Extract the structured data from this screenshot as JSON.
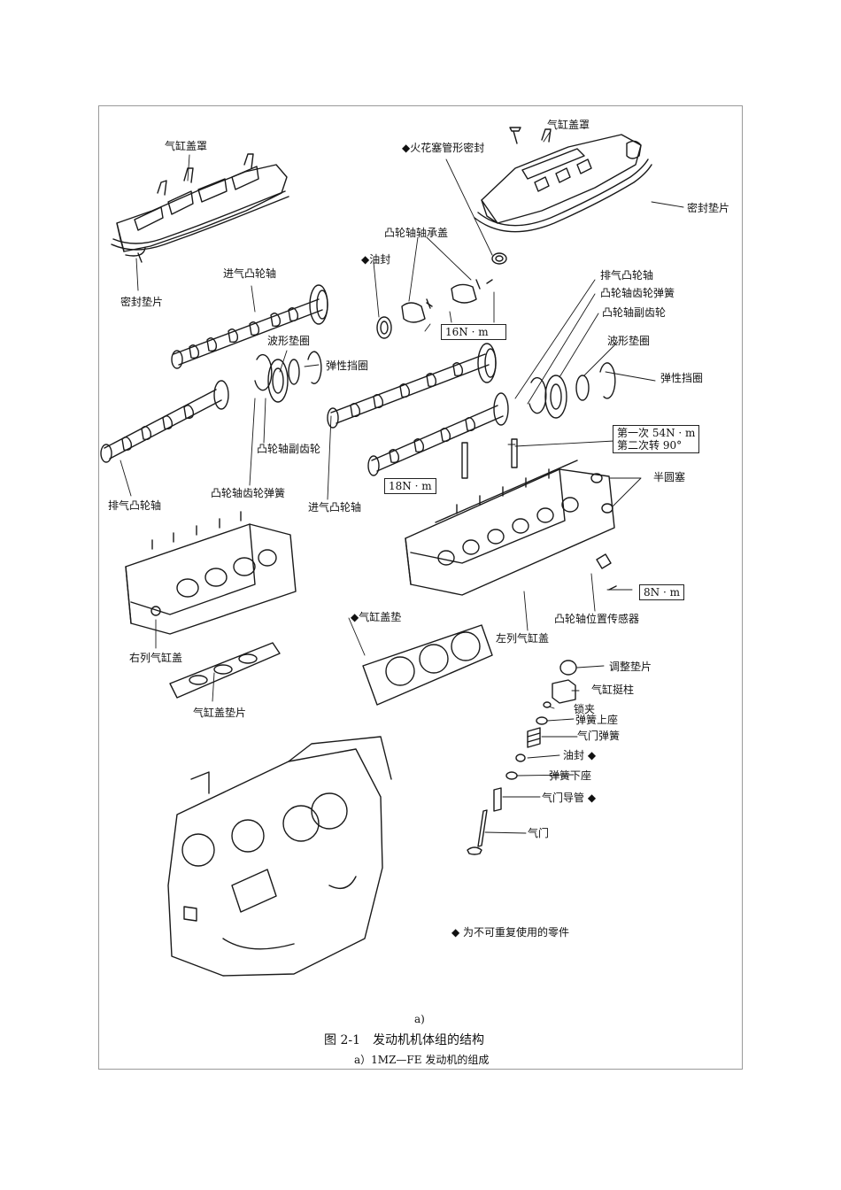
{
  "labels": {
    "cover_left": "气缸盖罩",
    "gasket_left": "密封垫片",
    "intake_cam_left": "进气凸轮轴",
    "wave_washer_left": "波形垫圈",
    "snap_ring_left": "弹性挡圈",
    "exhaust_cam_left": "排气凸轮轴",
    "sub_gear_left": "凸轮轴副齿轮",
    "gear_spring_left": "凸轮轴齿轮弹簧",
    "intake_cam_mid": "进气凸轮轴",
    "spark_seal": "◆火花塞管形密封",
    "cover_right": "气缸盖罩",
    "gasket_right": "密封垫片",
    "bearing_cap": "凸轮轴轴承盖",
    "oil_seal": "◆油封",
    "exhaust_cam_right": "排气凸轮轴",
    "gear_spring_right": "凸轮轴齿轮弹簧",
    "sub_gear_right": "凸轮轴副齿轮",
    "wave_washer_right": "波形垫圈",
    "snap_ring_right": "弹性挡圈",
    "half_plug": "半圆塞",
    "cam_sensor": "凸轮轴位置传感器",
    "left_head": "左列气缸盖",
    "right_head": "右列气缸盖",
    "head_gasket_marked": "◆气缸盖垫",
    "head_gasket_bottom": "气缸盖垫片",
    "shim": "调整垫片",
    "lifter": "气缸挺柱",
    "keeper": "锁夹",
    "spring_retainer": "弹簧上座",
    "valve_spring": "气门弹簧",
    "valve_oil_seal": "油封 ◆",
    "spring_seat": "弹簧下座",
    "valve_guide": "气门导管 ◆",
    "valve": "气门"
  },
  "torques": {
    "cap_bolt": "16N · m",
    "head_bolt_step1": "第一次 54N · m",
    "head_bolt_step2": "第二次转 90°",
    "stud": "18N · m",
    "sensor_bolt": "8N · m"
  },
  "legend": "◆ 为不可重复使用的零件",
  "caption": {
    "sub_letter": "a)",
    "figure_title": "图 2-1　发动机机体组的结构",
    "subtitle": "a）1MZ—FE 发动机的组成"
  }
}
